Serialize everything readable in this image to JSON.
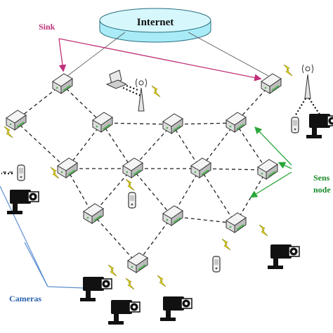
{
  "labels": {
    "internet": "Internet",
    "sink": "Sink",
    "sensor_nodes_line1": "Sens",
    "sensor_nodes_line2": "node",
    "cameras": "Cameras"
  },
  "colors": {
    "internet_fill": "#a9ecf7",
    "internet_top": "#d6f7fc",
    "internet_stroke": "#2a6f7f",
    "sink_label": "#c0307a",
    "sink_arrow": "#c0307a",
    "sensor_label": "#1a8a2a",
    "sensor_arrow": "#2aa63a",
    "cameras_label": "#2a63b0",
    "cameras_lines": "#5a8fd0",
    "mesh_line": "#222222",
    "uplink_line": "#555555",
    "node_green": "#4caf50",
    "bolt": "#f0e000"
  },
  "icons": [
    "router-node-icon",
    "camera-icon",
    "phone-icon",
    "laptop-icon",
    "antenna-icon",
    "lightning-icon"
  ]
}
